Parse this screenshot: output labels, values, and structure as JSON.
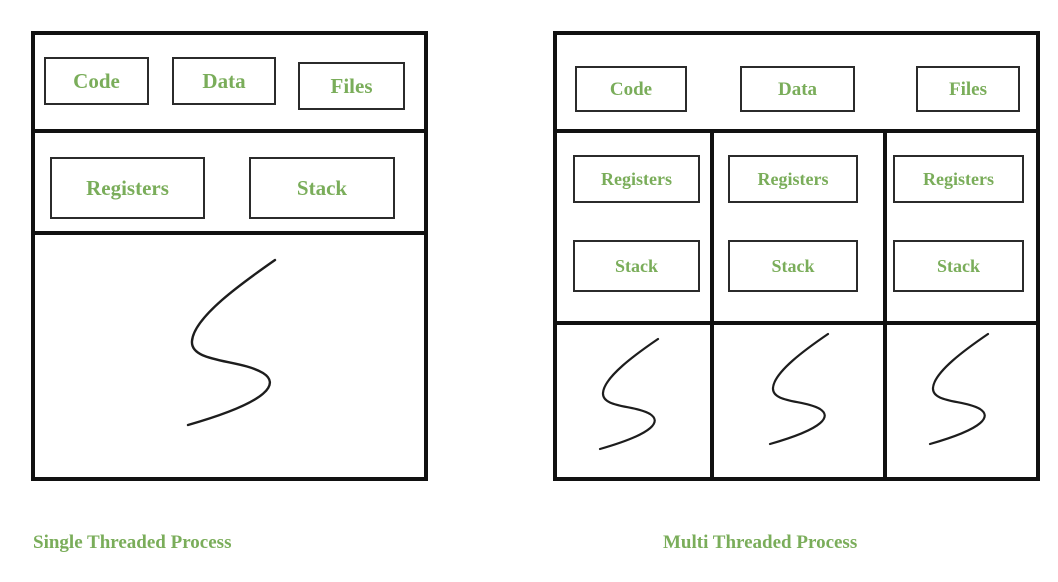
{
  "figure": {
    "description": "Comparison diagram of a single threaded process and a multi threaded process",
    "stroke_color": "#111111",
    "cell_border_color": "#2b2b2b",
    "label_color": "#7aad5a",
    "background": "#ffffff",
    "thread_icon_name": "thread-squiggle-icon"
  },
  "single_threaded": {
    "caption": "Single Threaded Process",
    "resource_row": [
      {
        "label": "Code"
      },
      {
        "label": "Data"
      },
      {
        "label": "Files"
      }
    ],
    "thread_state_row": [
      {
        "label": "Registers"
      },
      {
        "label": "Stack"
      }
    ],
    "threads": [
      {
        "name": "thread-1"
      }
    ]
  },
  "multi_threaded": {
    "caption": "Multi Threaded Process",
    "resource_row": [
      {
        "label": "Code"
      },
      {
        "label": "Data"
      },
      {
        "label": "Files"
      }
    ],
    "thread_state_columns": [
      {
        "registers": "Registers",
        "stack": "Stack"
      },
      {
        "registers": "Registers",
        "stack": "Stack"
      },
      {
        "registers": "Registers",
        "stack": "Stack"
      }
    ],
    "threads": [
      {
        "name": "thread-1"
      },
      {
        "name": "thread-2"
      },
      {
        "name": "thread-3"
      }
    ]
  }
}
